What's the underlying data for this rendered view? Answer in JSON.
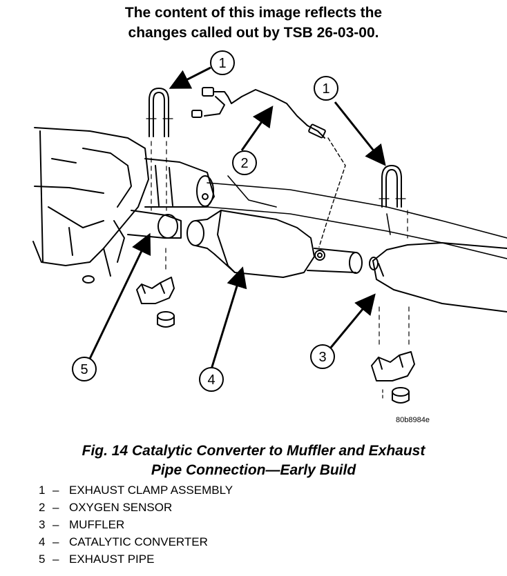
{
  "notice": {
    "line1": "The content of this image reflects the",
    "line2": "changes called out by TSB 26-03-00."
  },
  "figure_id": "80b8984e",
  "callouts": [
    {
      "number": "1",
      "target": "exhaust-clamp-left"
    },
    {
      "number": "1",
      "target": "exhaust-clamp-right"
    },
    {
      "number": "2",
      "target": "oxygen-sensor"
    },
    {
      "number": "3",
      "target": "muffler"
    },
    {
      "number": "4",
      "target": "catalytic-converter"
    },
    {
      "number": "5",
      "target": "exhaust-pipe"
    }
  ],
  "caption": {
    "line1": "Fig. 14 Catalytic Converter to Muffler and Exhaust",
    "line2": "Pipe Connection—Early Build"
  },
  "legend": [
    {
      "number": "1",
      "dash": "–",
      "label": "EXHAUST CLAMP ASSEMBLY"
    },
    {
      "number": "2",
      "dash": "–",
      "label": "OXYGEN SENSOR"
    },
    {
      "number": "3",
      "dash": "–",
      "label": "MUFFLER"
    },
    {
      "number": "4",
      "dash": "–",
      "label": "CATALYTIC CONVERTER"
    },
    {
      "number": "5",
      "dash": "–",
      "label": "EXHAUST PIPE"
    }
  ]
}
